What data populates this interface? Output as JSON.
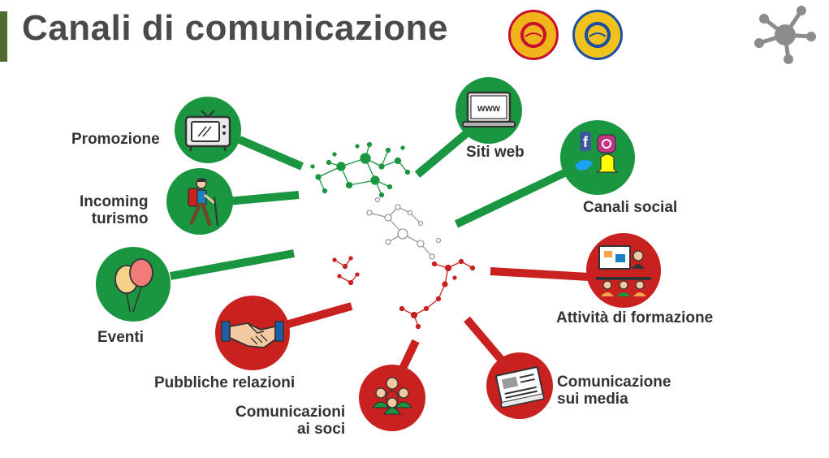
{
  "title": "Canali di comunicazione",
  "colors": {
    "green": "#1a9641",
    "red": "#c8211f",
    "text": "#333333",
    "accent_bar": "#4e6a2e"
  },
  "icons": {
    "header": "network-nodes-icon",
    "seals": [
      "dop-seal-icon",
      "igp-seal-icon"
    ]
  },
  "channels": [
    {
      "id": "promozione",
      "label": "Promozione",
      "color": "green",
      "icon": "television-icon"
    },
    {
      "id": "incoming",
      "label": "Incoming\nturismo",
      "color": "green",
      "icon": "hiker-icon"
    },
    {
      "id": "eventi",
      "label": "Eventi",
      "color": "green",
      "icon": "balloons-icon"
    },
    {
      "id": "relazioni",
      "label": "Pubbliche relazioni",
      "color": "red",
      "icon": "handshake-icon"
    },
    {
      "id": "soci",
      "label": "Comunicazioni\nai soci",
      "color": "red",
      "icon": "group-members-icon"
    },
    {
      "id": "media",
      "label": "Comunicazione\nsui media",
      "color": "red",
      "icon": "newspaper-icon"
    },
    {
      "id": "formazione",
      "label": "Attività di formazione",
      "color": "red",
      "icon": "training-class-icon"
    },
    {
      "id": "social",
      "label": "Canali social",
      "color": "green",
      "icon": "social-media-icon"
    },
    {
      "id": "web",
      "label": "Siti web",
      "color": "green",
      "icon": "website-icon"
    }
  ],
  "browser_text": "www"
}
